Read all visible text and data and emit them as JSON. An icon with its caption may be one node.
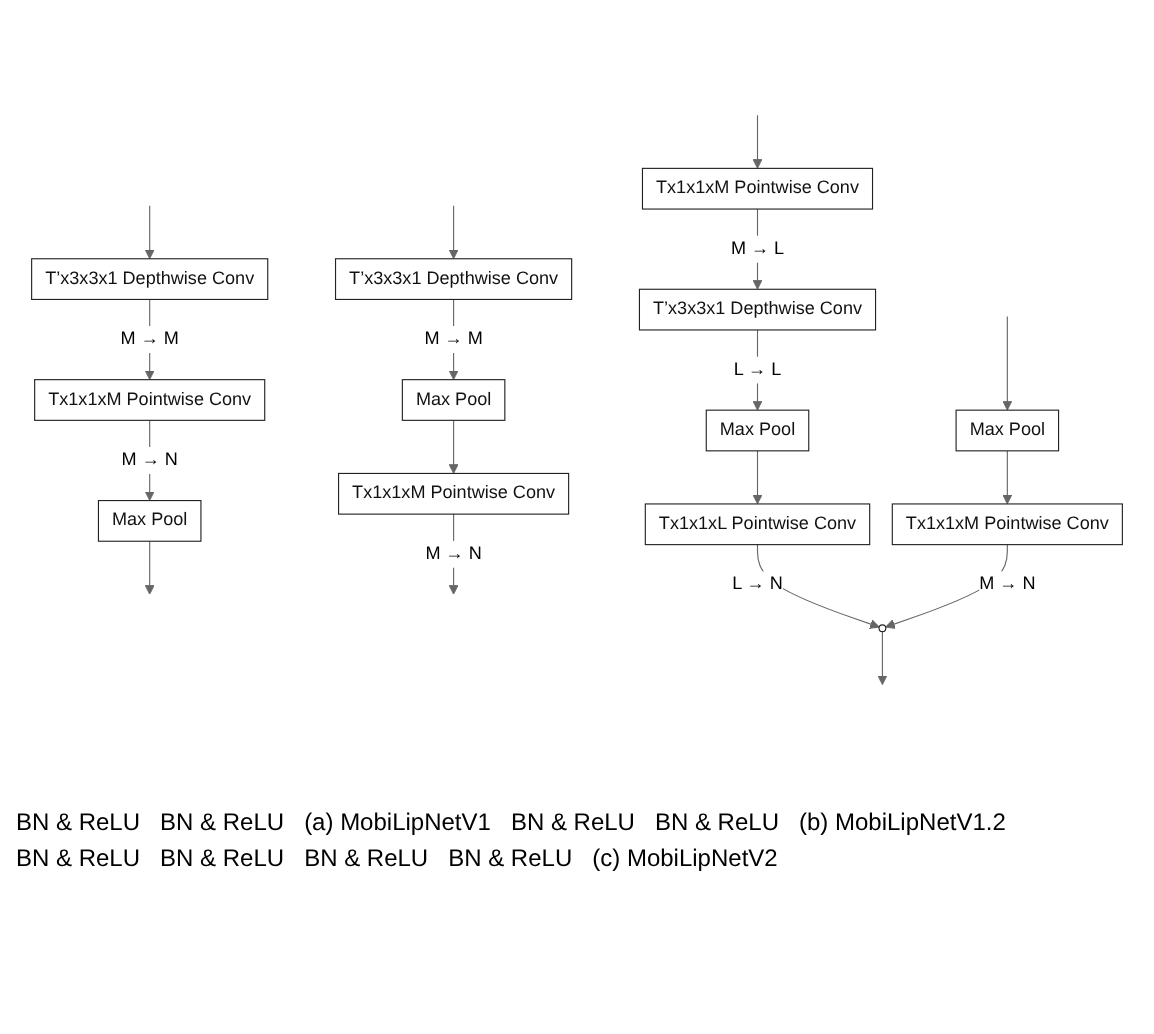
{
  "diagram": {
    "nodes": [
      {
        "text": [
          "T’x3x3x1 Depthwise Conv"
        ]
      },
      {
        "text": [
          "Tx1x1xM Pointwise Conv"
        ]
      },
      {
        "text": [
          "Max Pool"
        ]
      },
      {
        "text": [
          "T’x3x3x1 Depthwise Conv"
        ]
      },
      {
        "text": [
          "Max Pool"
        ]
      },
      {
        "text": [
          "Tx1x1xM Pointwise Conv"
        ]
      },
      {
        "text": [
          "Tx1x1xM Pointwise Conv"
        ]
      },
      {
        "text": [
          "T’x3x3x1 Depthwise Conv"
        ]
      },
      {
        "text": [
          "Max Pool"
        ]
      },
      {
        "text": [
          "Tx1x1xL Pointwise Conv"
        ]
      },
      {
        "text": [
          "Max Pool"
        ]
      },
      {
        "text": [
          "Tx1x1xM Pointwise Conv"
        ]
      },
      {
        "text": [],
        "shape": "circle"
      }
    ],
    "edges": [
      {
        "from": null,
        "to": 0,
        "arrow": "to"
      },
      {
        "from": 0,
        "to": 1,
        "arrow": "to",
        "label": "M → M"
      },
      {
        "from": 1,
        "to": 2,
        "arrow": "to",
        "label": "M → N"
      },
      {
        "from": 2,
        "to": null,
        "arrow": "to"
      },
      {
        "from": null,
        "to": 3,
        "arrow": "to"
      },
      {
        "from": 3,
        "to": 4,
        "arrow": "to",
        "label": "M → M"
      },
      {
        "from": 4,
        "to": 5,
        "arrow": "to"
      },
      {
        "from": 5,
        "to": null,
        "arrow": "to",
        "label": "M → N"
      },
      {
        "from": null,
        "to": 6,
        "arrow": "to"
      },
      {
        "from": null,
        "to": 10,
        "arrow": "to"
      },
      {
        "from": 6,
        "to": 7,
        "arrow": "to",
        "label": "M → L"
      },
      {
        "from": 7,
        "to": 8,
        "arrow": "to",
        "label": "L → L"
      },
      {
        "from": 8,
        "to": 9,
        "arrow": "to"
      },
      {
        "from": 9,
        "to": 12,
        "arrow": "to",
        "label": "L → N"
      },
      {
        "from": 10,
        "to": 11,
        "arrow": "to"
      },
      {
        "from": 11,
        "to": 12,
        "arrow": "to",
        "label": "M → N"
      },
      {
        "from": 12,
        "to": null,
        "arrow": "to"
      }
    ],
    "labels": [
      "BN & ReLU",
      "BN & ReLU",
      "(a) MobiLipNetV1",
      "BN & ReLU",
      "BN & ReLU",
      "(b) MobiLipNetV1.2",
      "BN & ReLU",
      "BN & ReLU",
      "BN & ReLU",
      "BN & ReLU",
      "(c) MobiLipNetV2"
    ]
  }
}
